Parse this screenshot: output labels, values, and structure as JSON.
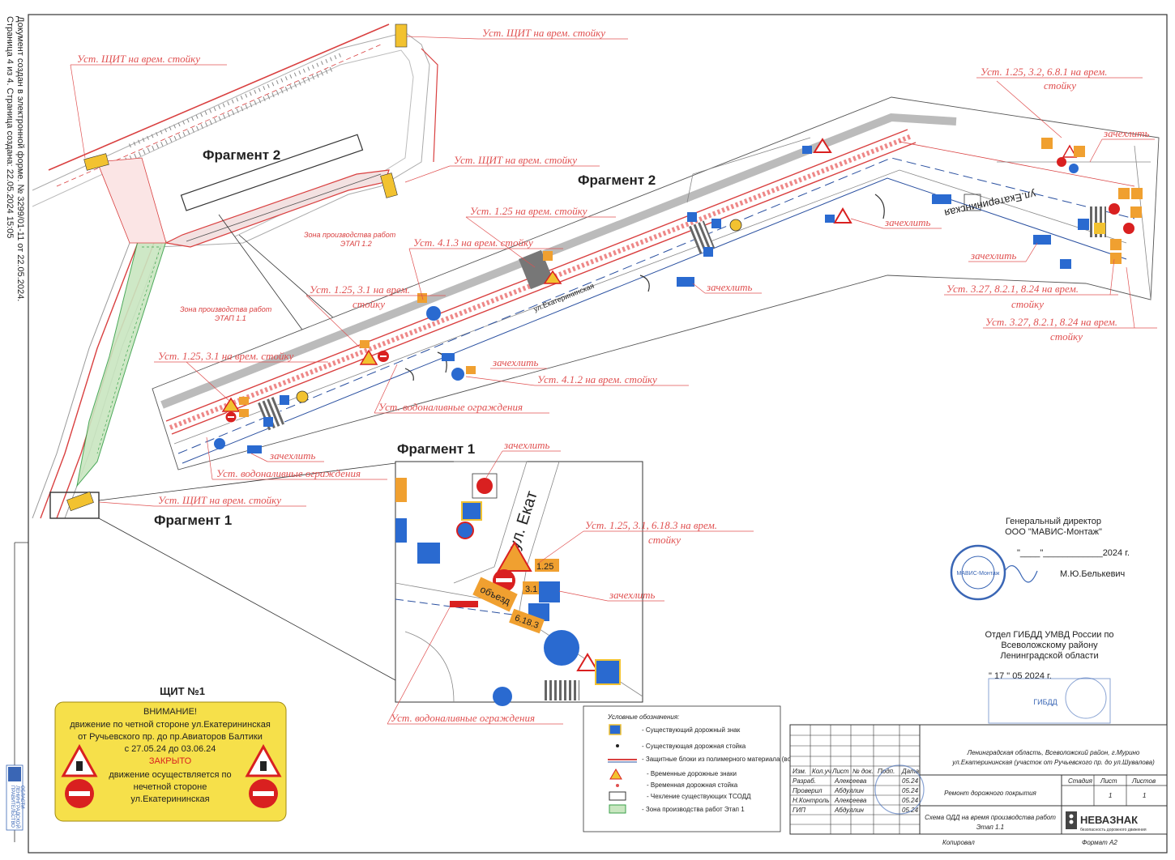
{
  "colors": {
    "annotation": "#e05050",
    "road": "#d94040",
    "blue_line": "#2a50a0",
    "sign_yellow": "#f2c230",
    "shield_bg": "#f6e04a",
    "shield_red": "#d92020",
    "green_zone": "#3aa04a"
  },
  "side_note": {
    "line1": "Документ создан в электронной форме. № 3299/01-11 от 22.05.2024.",
    "line2": "Страница 4 из 4. Страница создана: 22.05.2024 15:05"
  },
  "fragments": {
    "f2_top": "Фрагмент 2",
    "f2_right": "Фрагмент 2",
    "f1_left": "Фрагмент 1",
    "f1_inset": "Фрагмент 1"
  },
  "annotations": {
    "a1": "Уст. ЩИТ на врем. стойку",
    "a2": "Уст. ЩИТ на врем. стойку",
    "a3": "Уст. ЩИТ на врем. стойку",
    "a4": "Уст. ЩИТ на врем. стойку",
    "a5a": "Уст. 1.25, 3.2, 6.8.1 на врем.",
    "a5b": "стойку",
    "a6": "зачехлить",
    "a7": "Уст. 1.25 на врем. стойку",
    "a8": "Уст. 4.1.3 на врем. стойку",
    "a9a": "Уст. 1.25, 3.1 на врем.",
    "a9b": "стойку",
    "a10": "Уст. 1.25, 3.1 на врем. стойку",
    "a11": "зачехлить",
    "a12": "Уст. 4.1.2 на врем. стойку",
    "a13": "Уст. водоналивные ограждения",
    "a14": "зачехлить",
    "a15": "Уст. водоналивные ограждения",
    "a16": "зачехлить",
    "a17": "зачехлить",
    "a18": "зачехлить",
    "a19a": "Уст. 3.27, 8.2.1, 8.24 на врем.",
    "a19b": "стойку",
    "a20a": "Уст. 3.27, 8.2.1, 8.24 на врем.",
    "a20b": "стойку",
    "a21": "зачехлить",
    "a22a": "Уст. 1.25, 3.1, 6.18.3 на врем.",
    "a22b": "стойку",
    "a23": "зачехлить",
    "a24": "Уст. водоналивные ограждения",
    "zone1": "Зона производства работ",
    "zone1b": "ЭТАП 1.1",
    "zone2": "Зона производства работ",
    "zone2b": "ЭТАП 1.2",
    "street1": "ул.Екатерининская",
    "street2": "ул.Екатерининская",
    "inset_street": "ул. Екат",
    "inset_detour": "объезд",
    "inset_6183": "6.18.3",
    "inset_125": "1.25",
    "inset_31": "3.1",
    "shield_label": "ЩИТ №1"
  },
  "shield": {
    "title": "ЩИТ №1",
    "attention": "ВНИМАНИЕ!",
    "line1": "движение по четной стороне ул.Екатерининская",
    "line2": "от Ручьевского пр. до пр.Авиаторов Балтики",
    "line3": "с 27.05.24 до 03.06.24",
    "closed": "ЗАКРЫТО",
    "line4": "движение осуществляется по",
    "line5": "нечетной стороне",
    "line6": "ул.Екатерининская"
  },
  "legend": {
    "title": "Условные обозначения:",
    "items": [
      "- Существующий дорожный знак",
      "- Существующая дорожная стойка",
      "- Защитные блоки из полимерного материала (водоналивные ограждения)",
      "- Временные дорожные знаки",
      "- Временная дорожная стойка",
      "- Чехление существующих ТСОДД",
      "- Зона производства работ Этап 1"
    ]
  },
  "approvals": {
    "director_title": "Генеральный директор",
    "director_org": "ООО \"МАВИС-Монтаж\"",
    "director_date": "\"____\"____________2024 г.",
    "director_name": "М.Ю.Белькевич",
    "gibdd1": "Отдел ГИБДД УМВД России по",
    "gibdd2": "Всеволожскому району",
    "gibdd3": "Ленинградской области",
    "gibdd_date": "\" 17 \"   05   2024 г.",
    "stamp_text": "МАВИС-Монтаж",
    "stamp2_text": "ГИБДД"
  },
  "title_block": {
    "address1": "Ленинградская область, Всеволожский район, г.Мурино",
    "address2": "ул.Екатерининская (участок от Ручьевского пр. до ул.Шувалова)",
    "project": "Ремонт дорожного покрытия",
    "sheet_title1": "Схема ОДД на время производства работ",
    "sheet_title2": "Этап 1.1",
    "col_stage": "Стадия",
    "col_sheet": "Лист",
    "col_sheets": "Листов",
    "val_stage": "",
    "val_sheet": "1",
    "val_sheets": "1",
    "hdr": [
      "Изм.",
      "Кол.уч",
      "Лист",
      "№ док.",
      "Подп.",
      "Дата"
    ],
    "rows": [
      {
        "role": "Разраб.",
        "name": "Алексеева",
        "date": "05.24"
      },
      {
        "role": "Проверил",
        "name": "Абдуллин",
        "date": "05.24"
      },
      {
        "role": "Н.Контроль",
        "name": "Алексеева",
        "date": "05.24"
      },
      {
        "role": "ГИП",
        "name": "Абдуллин",
        "date": "05.24"
      }
    ],
    "company": "НЕВАЗНАК",
    "company_sub": "безопасность дорожного движения",
    "copied": "Копировал",
    "format": "Формат А2"
  },
  "left_logo": {
    "line1": "ПРАВИТЕЛЬСТВО",
    "line2": "ЛЕНИНГРАДСКОЙ",
    "line3": "ОБЛАСТИ"
  }
}
